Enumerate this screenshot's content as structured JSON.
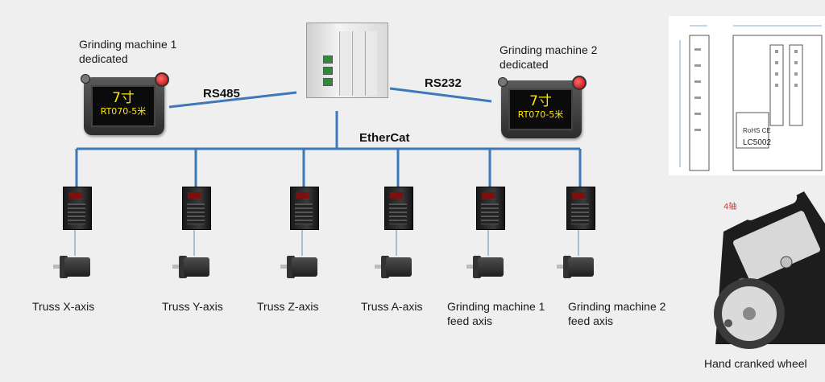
{
  "controller": {
    "name": "controller-plc"
  },
  "protocols": {
    "left": "RS485",
    "right": "RS232",
    "bus": "EtherCat"
  },
  "hmi_left": {
    "caption_line1": "Grinding machine 1",
    "caption_line2": "dedicated",
    "screen_line1": "7寸",
    "screen_line2": "RT070-5米"
  },
  "hmi_right": {
    "caption_line1": "Grinding machine 2",
    "caption_line2": "dedicated",
    "screen_line1": "7寸",
    "screen_line2": "RT070-5米"
  },
  "axes": [
    {
      "line1": "Truss X-axis",
      "line2": ""
    },
    {
      "line1": "Truss Y-axis",
      "line2": ""
    },
    {
      "line1": "Truss Z-axis",
      "line2": ""
    },
    {
      "line1": "Truss A-axis",
      "line2": ""
    },
    {
      "line1": "Grinding machine 1",
      "line2": "feed axis"
    },
    {
      "line1": "Grinding machine 2",
      "line2": "feed axis"
    }
  ],
  "module_sheet": {
    "model": "LC5002",
    "marks": "RoHS  CE"
  },
  "handwheel": {
    "axis_tag": "4轴",
    "caption": "Hand cranked wheel"
  },
  "colors": {
    "wire": "#3e78b8",
    "tag_red": "#e03030",
    "screen_text": "#ffe600"
  }
}
